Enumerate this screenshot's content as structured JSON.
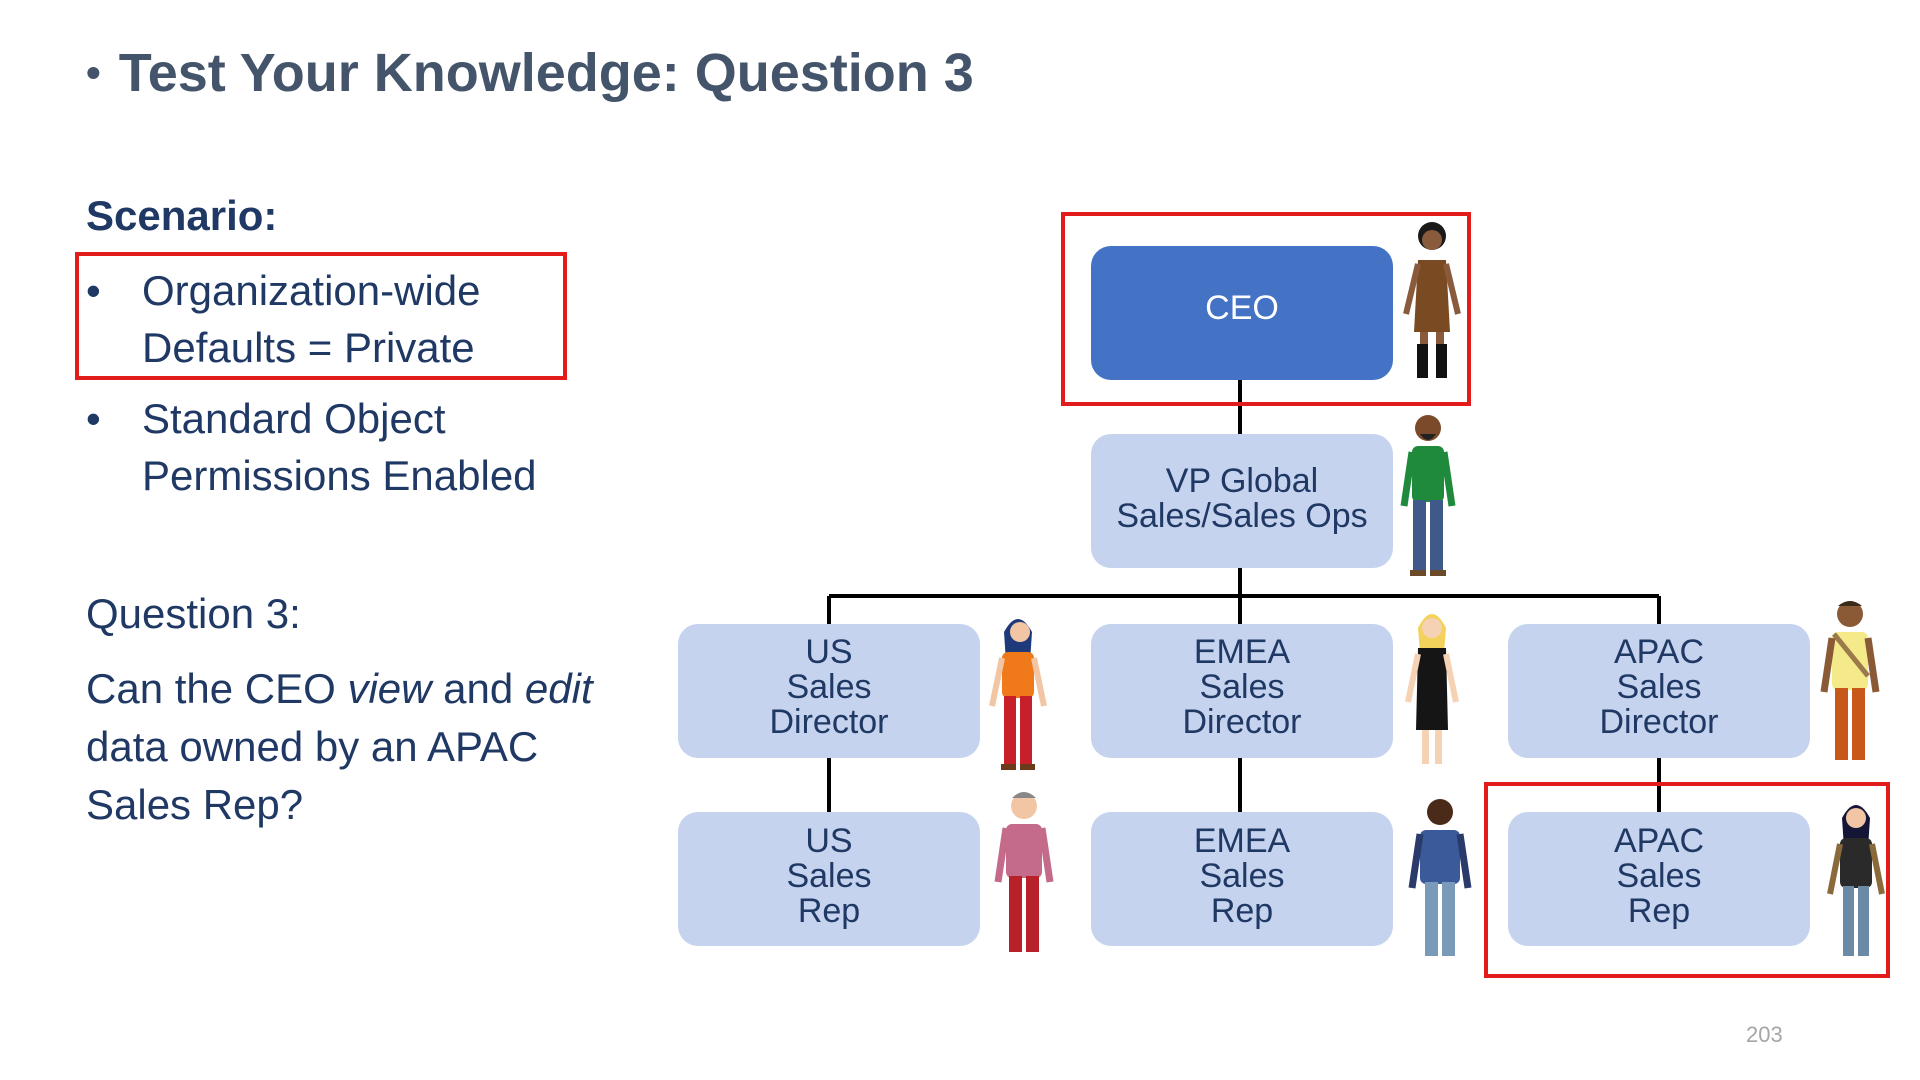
{
  "slide": {
    "title": "Test Your Knowledge: Question 3",
    "title_bullet": "•",
    "page_number": "203"
  },
  "scenario": {
    "label": "Scenario:",
    "bullets": [
      {
        "marker": "•",
        "line1": "Organization-wide",
        "line2": "Defaults = Private"
      },
      {
        "marker": "•",
        "line1": "Standard Object",
        "line2": "Permissions Enabled"
      }
    ]
  },
  "question": {
    "label": "Question 3:",
    "part1": "Can the CEO ",
    "view": "view",
    "part2": " and ",
    "edit": "edit",
    "part3": " data owned by an APAC Sales Rep?"
  },
  "org_chart": {
    "ceo": {
      "lines": [
        "CEO"
      ]
    },
    "vp": {
      "lines": [
        "VP Global",
        "Sales/Sales Ops"
      ]
    },
    "us_director": {
      "lines": [
        "US",
        "Sales",
        "Director"
      ]
    },
    "emea_director": {
      "lines": [
        "EMEA",
        "Sales",
        "Director"
      ]
    },
    "apac_director": {
      "lines": [
        "APAC",
        "Sales",
        "Director"
      ]
    },
    "us_rep": {
      "lines": [
        "US",
        "Sales",
        "Rep"
      ]
    },
    "emea_rep": {
      "lines": [
        "EMEA",
        "Sales",
        "Rep"
      ]
    },
    "apac_rep": {
      "lines": [
        "APAC",
        "Sales",
        "Rep"
      ]
    }
  },
  "colors": {
    "ceo_box": "#4472c4",
    "role_box": "#c5d3ee",
    "highlight": "#e21b1b",
    "connector": "#000000",
    "text_dark": "#1f3864",
    "title": "#44546a"
  }
}
